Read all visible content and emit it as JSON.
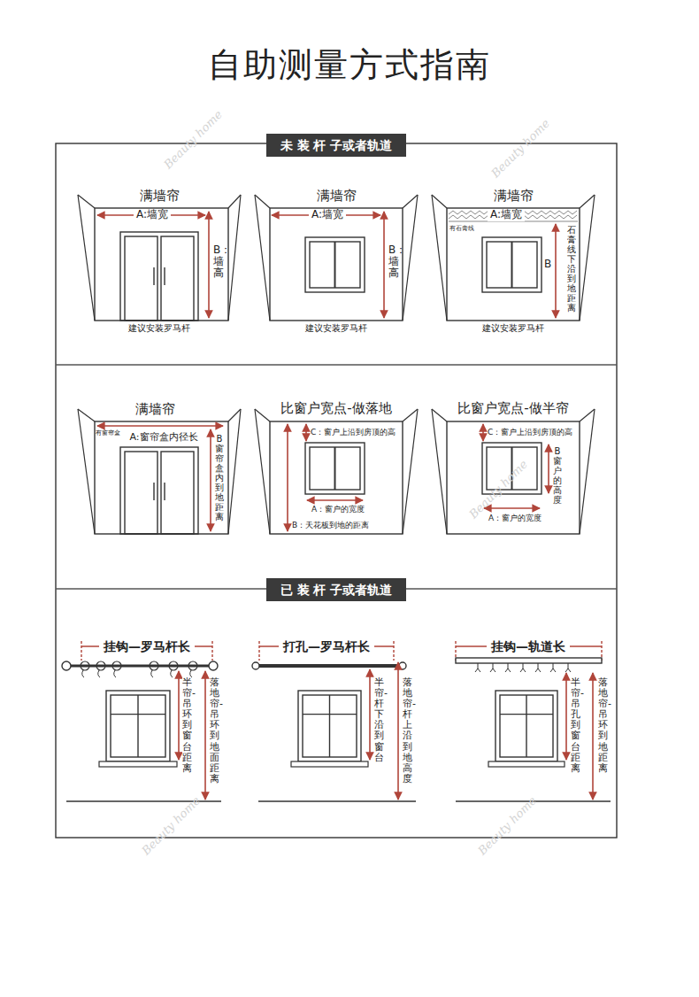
{
  "diagram": {
    "title": "自助测量方式指南",
    "nodes": [
      {
        "text": [
          "未 装 杆 子或者轨道"
        ]
      },
      {
        "text": [
          "满墙帘",
          "A:墙宽",
          "B：墙高",
          "建议安装罗马杆"
        ]
      },
      {
        "text": [
          "满墙帘",
          "A:墙宽",
          "B：墙高",
          "建议安装罗马杆"
        ]
      },
      {
        "text": [
          "满墙帘",
          "A:墙宽",
          "有石膏线",
          "石膏线下沿到地距离",
          "B",
          "建议安装罗马杆"
        ]
      },
      {
        "text": [
          "满墙帘",
          "有窗帘盒",
          "A:窗帘盒内径长",
          "B窗帘盒内到地距离"
        ]
      },
      {
        "text": [
          "比窗户宽点-做落地",
          "C：窗户上沿到房顶的高",
          "A：窗户的宽度",
          "B：天花板到地的距离"
        ]
      },
      {
        "text": [
          "比窗户宽点-做半帘",
          "C：窗户上沿到房顶的高",
          "B窗户的高度",
          "A：窗户的宽度"
        ]
      },
      {
        "text": [
          "已 装 杆 子或者轨道"
        ]
      },
      {
        "text": [
          "挂钩—罗马杆长",
          "半帘-吊环到窗台距离",
          "落地帘-吊环到地面距离"
        ]
      },
      {
        "text": [
          "打孔—罗马杆长",
          "半帘-杆下沿到窗台",
          "落地帘-杆上沿到地高度"
        ]
      },
      {
        "text": [
          "挂钩—轨道长",
          "半帘-吊孔到窗台距离",
          "落地帘-吊环到地距离"
        ]
      }
    ],
    "labels": [
      "Beauty home",
      "Beauty home",
      "Beauty home",
      "Beauty home",
      "Beauty home"
    ]
  }
}
